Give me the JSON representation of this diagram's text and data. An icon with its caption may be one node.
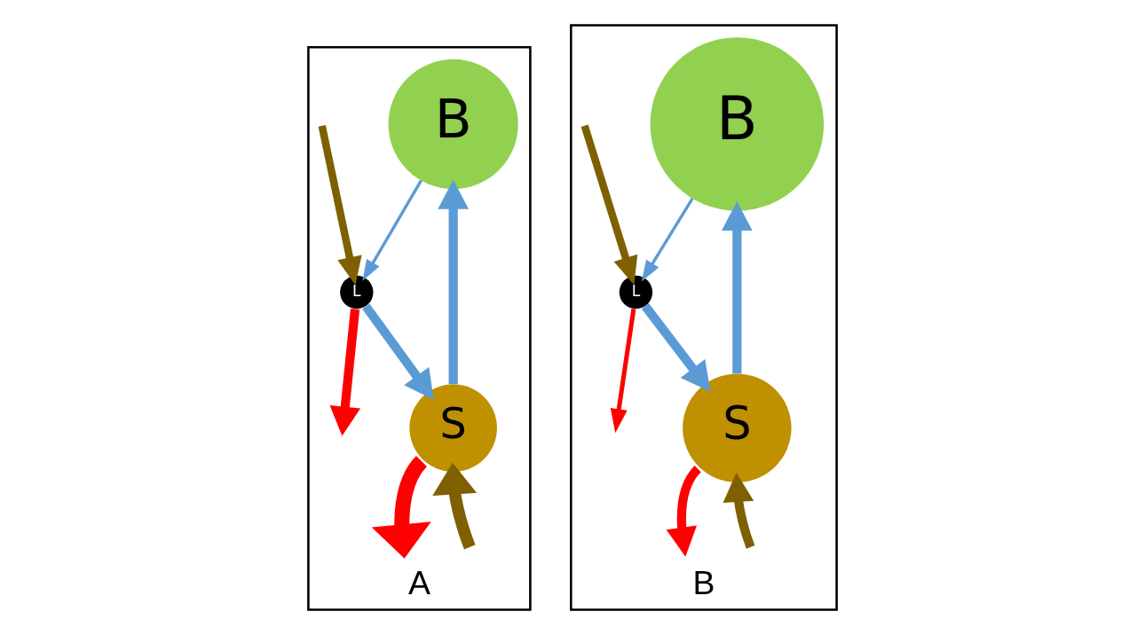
{
  "diagram": {
    "nodes": [
      {
        "text": [
          "A"
        ]
      },
      {
        "text": [
          "B"
        ],
        "in": 0
      },
      {
        "text": [
          "L"
        ],
        "in": 0
      },
      {
        "text": [
          "S"
        ],
        "in": 0
      },
      {
        "text": [
          "B"
        ]
      },
      {
        "text": [
          "B"
        ],
        "in": 4
      },
      {
        "text": [
          "L"
        ],
        "in": 4
      },
      {
        "text": [
          "S"
        ],
        "in": 4
      }
    ],
    "edges": [
      {
        "from": null,
        "to": 2,
        "arrow": "to",
        "color": "#7f6000"
      },
      {
        "from": 1,
        "to": 2,
        "arrow": "to",
        "color": "#5b9bd5"
      },
      {
        "from": 2,
        "to": null,
        "arrow": "to",
        "color": "#ff0000"
      },
      {
        "from": 2,
        "to": 3,
        "arrow": "to",
        "color": "#5b9bd5"
      },
      {
        "from": 3,
        "to": 1,
        "arrow": "to",
        "color": "#5b9bd5"
      },
      {
        "from": 3,
        "to": null,
        "arrow": "to",
        "color": "#ff0000"
      },
      {
        "from": null,
        "to": 3,
        "arrow": "to",
        "color": "#7f6000"
      },
      {
        "from": null,
        "to": 6,
        "arrow": "to",
        "color": "#7f6000"
      },
      {
        "from": 5,
        "to": 6,
        "arrow": "to",
        "color": "#5b9bd5"
      },
      {
        "from": 6,
        "to": null,
        "arrow": "to",
        "color": "#ff0000"
      },
      {
        "from": 6,
        "to": 7,
        "arrow": "to",
        "color": "#5b9bd5"
      },
      {
        "from": 7,
        "to": 5,
        "arrow": "to",
        "color": "#5b9bd5"
      },
      {
        "from": 7,
        "to": null,
        "arrow": "to",
        "color": "#ff0000"
      },
      {
        "from": null,
        "to": 7,
        "arrow": "to",
        "color": "#7f6000"
      }
    ]
  }
}
